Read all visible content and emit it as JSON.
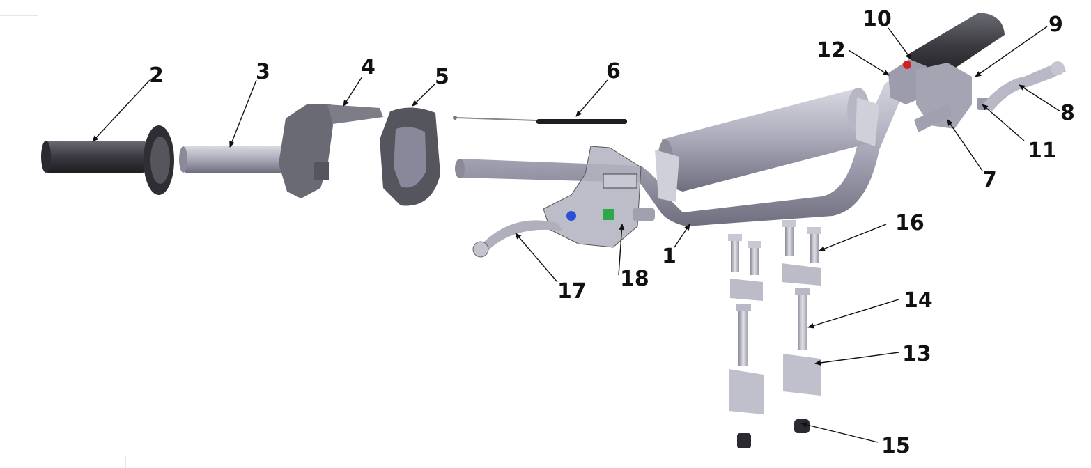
{
  "callouts": [
    {
      "key": "c1",
      "label": "1"
    },
    {
      "key": "c2",
      "label": "2"
    },
    {
      "key": "c3",
      "label": "3"
    },
    {
      "key": "c4",
      "label": "4"
    },
    {
      "key": "c5",
      "label": "5"
    },
    {
      "key": "c6",
      "label": "6"
    },
    {
      "key": "c7",
      "label": "7"
    },
    {
      "key": "c8",
      "label": "8"
    },
    {
      "key": "c9",
      "label": "9"
    },
    {
      "key": "c10",
      "label": "10"
    },
    {
      "key": "c11",
      "label": "11"
    },
    {
      "key": "c12",
      "label": "12"
    },
    {
      "key": "c13",
      "label": "13"
    },
    {
      "key": "c14",
      "label": "14"
    },
    {
      "key": "c15",
      "label": "15"
    },
    {
      "key": "c16",
      "label": "16"
    },
    {
      "key": "c17",
      "label": "17"
    },
    {
      "key": "c18",
      "label": "18"
    }
  ],
  "colors": {
    "grip_dark": "#3a3a40",
    "metal": "#a9a9b8",
    "metal_light": "#d4d4de",
    "switch_red": "#d42020",
    "line": "#111111"
  }
}
